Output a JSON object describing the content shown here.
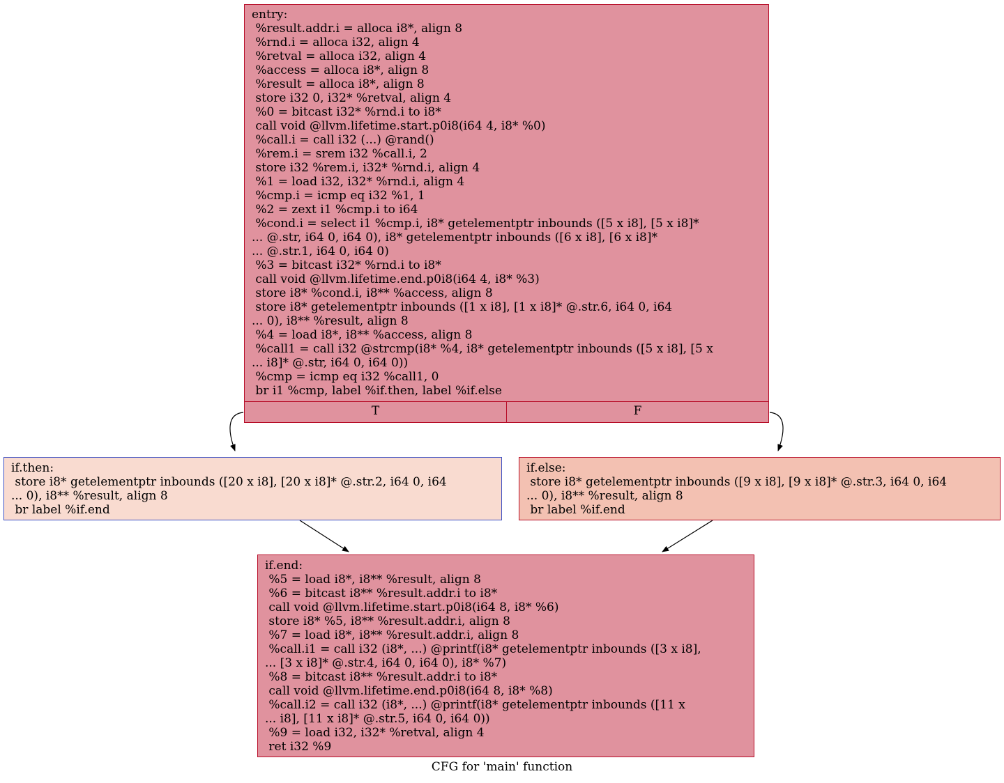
{
  "entry": {
    "lines": [
      "entry:",
      " %result.addr.i = alloca i8*, align 8",
      " %rnd.i = alloca i32, align 4",
      " %retval = alloca i32, align 4",
      " %access = alloca i8*, align 8",
      " %result = alloca i8*, align 8",
      " store i32 0, i32* %retval, align 4",
      " %0 = bitcast i32* %rnd.i to i8*",
      " call void @llvm.lifetime.start.p0i8(i64 4, i8* %0)",
      " %call.i = call i32 (...) @rand()",
      " %rem.i = srem i32 %call.i, 2",
      " store i32 %rem.i, i32* %rnd.i, align 4",
      " %1 = load i32, i32* %rnd.i, align 4",
      " %cmp.i = icmp eq i32 %1, 1",
      " %2 = zext i1 %cmp.i to i64",
      " %cond.i = select i1 %cmp.i, i8* getelementptr inbounds ([5 x i8], [5 x i8]*",
      "... @.str, i64 0, i64 0), i8* getelementptr inbounds ([6 x i8], [6 x i8]*",
      "... @.str.1, i64 0, i64 0)",
      " %3 = bitcast i32* %rnd.i to i8*",
      " call void @llvm.lifetime.end.p0i8(i64 4, i8* %3)",
      " store i8* %cond.i, i8** %access, align 8",
      " store i8* getelementptr inbounds ([1 x i8], [1 x i8]* @.str.6, i64 0, i64",
      "... 0), i8** %result, align 8",
      " %4 = load i8*, i8** %access, align 8",
      " %call1 = call i32 @strcmp(i8* %4, i8* getelementptr inbounds ([5 x i8], [5 x",
      "... i8]* @.str, i64 0, i64 0))",
      " %cmp = icmp eq i32 %call1, 0",
      " br i1 %cmp, label %if.then, label %if.else"
    ],
    "port_true": "T",
    "port_false": "F"
  },
  "if_then": {
    "lines": [
      "if.then:",
      " store i8* getelementptr inbounds ([20 x i8], [20 x i8]* @.str.2, i64 0, i64",
      "... 0), i8** %result, align 8",
      " br label %if.end"
    ]
  },
  "if_else": {
    "lines": [
      "if.else:",
      " store i8* getelementptr inbounds ([9 x i8], [9 x i8]* @.str.3, i64 0, i64",
      "... 0), i8** %result, align 8",
      " br label %if.end"
    ]
  },
  "if_end": {
    "lines": [
      "if.end:",
      " %5 = load i8*, i8** %result, align 8",
      " %6 = bitcast i8** %result.addr.i to i8*",
      " call void @llvm.lifetime.start.p0i8(i64 8, i8* %6)",
      " store i8* %5, i8** %result.addr.i, align 8",
      " %7 = load i8*, i8** %result.addr.i, align 8",
      " %call.i1 = call i32 (i8*, ...) @printf(i8* getelementptr inbounds ([3 x i8],",
      "... [3 x i8]* @.str.4, i64 0, i64 0), i8* %7)",
      " %8 = bitcast i8** %result.addr.i to i8*",
      " call void @llvm.lifetime.end.p0i8(i64 8, i8* %8)",
      " %call.i2 = call i32 (i8*, ...) @printf(i8* getelementptr inbounds ([11 x",
      "... i8], [11 x i8]* @.str.5, i64 0, i64 0))",
      " %9 = load i32, i32* %retval, align 4",
      " ret i32 %9"
    ]
  },
  "caption": "CFG for 'main' function",
  "colors": {
    "hot_fill": "#e0929e",
    "hot_border": "#b70d28",
    "cold_fill": "#f9dbd0",
    "cold_border": "#3d50c3",
    "warm_fill": "#f3c1b2"
  },
  "edges": [
    {
      "from": "entry:T",
      "to": "if.then"
    },
    {
      "from": "entry:F",
      "to": "if.else"
    },
    {
      "from": "if.then",
      "to": "if.end"
    },
    {
      "from": "if.else",
      "to": "if.end"
    }
  ]
}
